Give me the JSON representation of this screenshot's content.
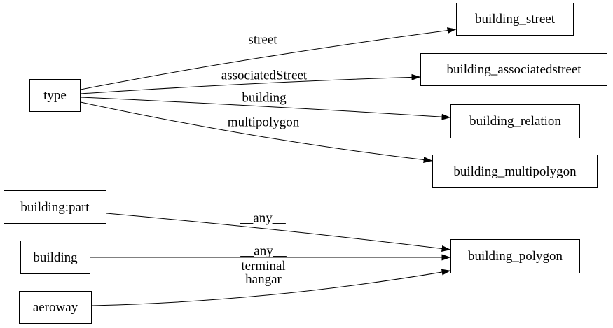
{
  "colors": {
    "background": "#ffffff",
    "node_border": "#000000",
    "edge_line": "#000000",
    "text": "#000000"
  },
  "nodes": [
    {
      "id": "type",
      "label": "type"
    },
    {
      "id": "building_street",
      "label": "building_street"
    },
    {
      "id": "building_associatedstreet",
      "label": "building_associatedstreet"
    },
    {
      "id": "building_relation",
      "label": "building_relation"
    },
    {
      "id": "building_multipolygon",
      "label": "building_multipolygon"
    },
    {
      "id": "building:part",
      "label": "building:part"
    },
    {
      "id": "building",
      "label": "building"
    },
    {
      "id": "aeroway",
      "label": "aeroway"
    },
    {
      "id": "building_polygon",
      "label": "building_polygon"
    }
  ],
  "edges": [
    {
      "from": "type",
      "to": "building_street",
      "label": "street"
    },
    {
      "from": "type",
      "to": "building_associatedstreet",
      "label": "associatedStreet"
    },
    {
      "from": "type",
      "to": "building_relation",
      "label": "building"
    },
    {
      "from": "type",
      "to": "building_multipolygon",
      "label": "multipolygon"
    },
    {
      "from": "building:part",
      "to": "building_polygon",
      "label": "__any__"
    },
    {
      "from": "building",
      "to": "building_polygon",
      "label": "__any__"
    },
    {
      "from": "aeroway",
      "to": "building_polygon",
      "label": "terminal hangar",
      "label_lines": [
        "terminal",
        "hangar"
      ]
    }
  ]
}
